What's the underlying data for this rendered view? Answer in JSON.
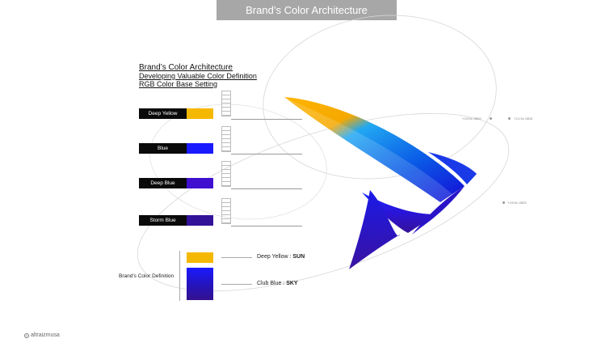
{
  "header": {
    "title": "Brand’s Color Architecture"
  },
  "headings": {
    "title": "Brand’s Color Architecture",
    "subtitle": "Developing Valuable Color Definition",
    "subtitle2": "RGB Color Base Setting"
  },
  "swatches": [
    {
      "label": "Deep Yellow",
      "color": "#f5b800"
    },
    {
      "label": "Blue",
      "color": "#1a1aff"
    },
    {
      "label": "Deep Blue",
      "color": "#3f10d0"
    },
    {
      "label": "Storm Blue",
      "color": "#33129a"
    }
  ],
  "definition": {
    "label": "Brand’s Color Definition",
    "items": [
      {
        "name": "Deep Yellow :",
        "value": "SUN",
        "color": "#f5b800"
      },
      {
        "name": "Club Blue :",
        "value": "SKY",
        "color": "#2312c8"
      }
    ]
  },
  "annotations": [
    "Y:D5 Bs 1880S",
    "Y:D1 Bs 18818",
    "Y:D5 Bs 1880S"
  ],
  "footer": {
    "logo": "altraizmusa"
  },
  "colors": {
    "title_bar": "#a7a7a7",
    "yellow": "#f5b800",
    "cyan": "#11a0f0",
    "blue": "#1a1aff",
    "violet": "#33129a"
  },
  "icons": [
    "copyright-icon"
  ]
}
